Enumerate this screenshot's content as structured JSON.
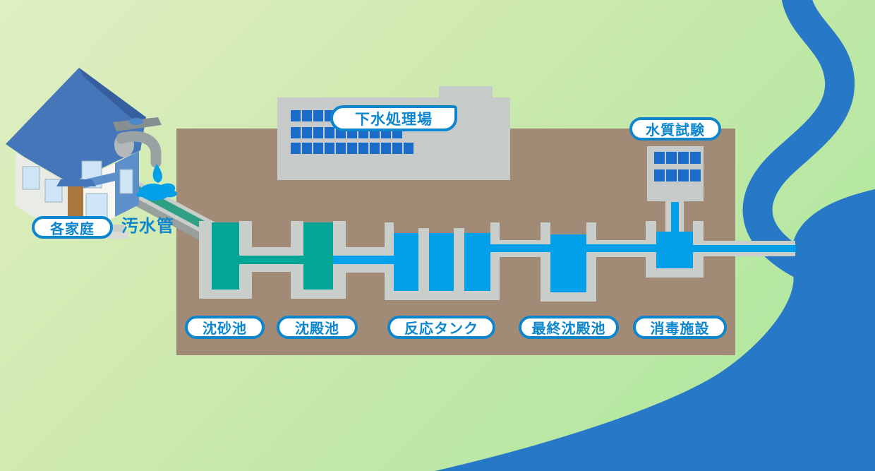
{
  "facility": {
    "plant_label": "下水処理場",
    "lab_label": "水質試験"
  },
  "source": {
    "household_label": "各家庭",
    "pipe_label": "汚水管"
  },
  "stages": [
    {
      "id": "grit-chamber",
      "label": "沈砂池",
      "water": "teal"
    },
    {
      "id": "sedimentation-tank",
      "label": "沈殿池",
      "water": "teal"
    },
    {
      "id": "reaction-tank",
      "label": "反応タンク",
      "water": "blue"
    },
    {
      "id": "final-sedimentation-tank",
      "label": "最終沈殿池",
      "water": "blue"
    },
    {
      "id": "disinfection-facility",
      "label": "消毒施設",
      "water": "blue"
    }
  ],
  "colors": {
    "background_green_light": "#e0efc2",
    "background_green": "#a8e79b",
    "river_blue": "#2778c7",
    "ground_brown": "#a28b76",
    "structure_gray": "#c9cecb",
    "building_gray": "#c6cac8",
    "water_blue": "#02a0e8",
    "water_teal": "#02a596",
    "window_blue": "#1b6bc8",
    "label_blue": "#0d86cd",
    "house_roof_blue": "#4676ba",
    "house_wall_blue": "#5d8fca"
  }
}
